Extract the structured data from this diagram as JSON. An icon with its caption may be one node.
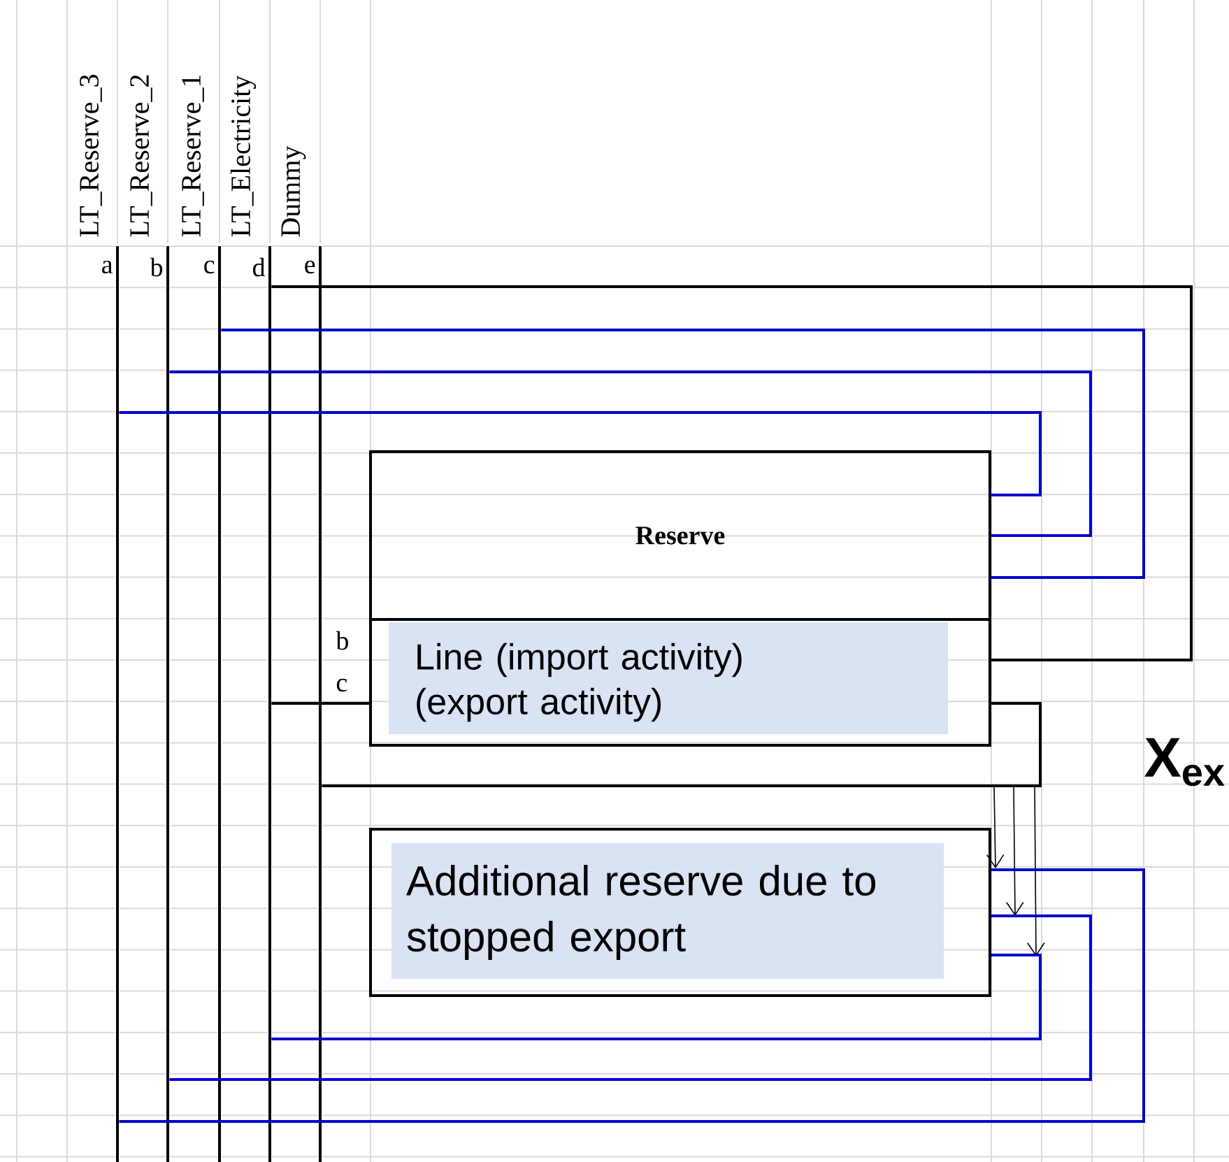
{
  "diagram": {
    "nodes": [
      {
        "text": [
          "LT_Reserve_3",
          "a"
        ]
      },
      {
        "text": [
          "LT_Reserve_2",
          "b"
        ]
      },
      {
        "text": [
          "LT_Reserve_1",
          "c"
        ]
      },
      {
        "text": [
          "LT_Electricity",
          "d"
        ]
      },
      {
        "text": [
          "Dummy",
          "e"
        ]
      },
      {
        "text": [
          "Reserve"
        ]
      },
      {
        "text": [
          "Line (import activity)",
          "(export activity)"
        ]
      },
      {
        "text": [
          "Additional reserve due to stopped export"
        ]
      }
    ],
    "edges": [
      {
        "from": 3,
        "to": 6,
        "arrow": "none"
      },
      {
        "from": 3,
        "to": 6,
        "arrow": "none"
      },
      {
        "from": 6,
        "to": 4,
        "arrow": "none"
      },
      {
        "from": 5,
        "to": 2,
        "arrow": "none",
        "color": "#0000cc"
      },
      {
        "from": 5,
        "to": 1,
        "arrow": "none",
        "color": "#0000cc"
      },
      {
        "from": 5,
        "to": 0,
        "arrow": "none",
        "color": "#0000cc"
      },
      {
        "from": 6,
        "to": 7,
        "arrow": "to"
      },
      {
        "from": 6,
        "to": 7,
        "arrow": "to"
      },
      {
        "from": 6,
        "to": 7,
        "arrow": "to"
      },
      {
        "from": 7,
        "to": 0,
        "arrow": "none",
        "color": "#0000cc"
      },
      {
        "from": 7,
        "to": 1,
        "arrow": "none",
        "color": "#0000cc"
      },
      {
        "from": 7,
        "to": 3,
        "arrow": "none",
        "color": "#0000cc"
      }
    ],
    "labels": [
      "b",
      "c",
      "X$_{ex}$"
    ]
  }
}
